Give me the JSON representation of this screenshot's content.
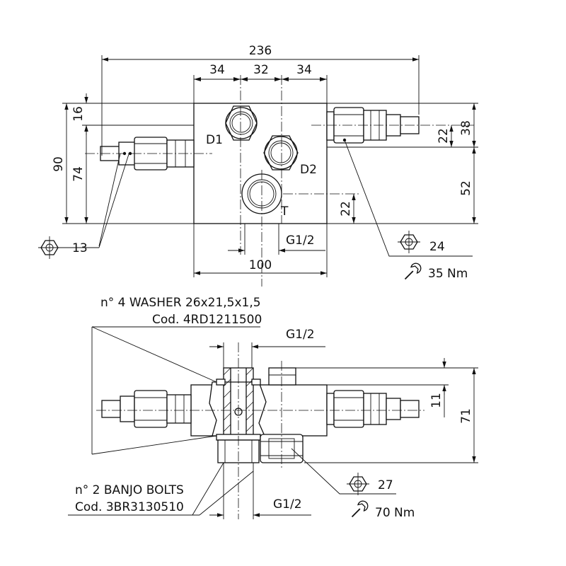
{
  "dimensions": {
    "overall_width": "236",
    "spacing_left": "34",
    "spacing_mid": "32",
    "spacing_right": "34",
    "height_total": "90",
    "height_74": "74",
    "top_16": "16",
    "right_22": "22",
    "right_38": "38",
    "right_52": "52",
    "t_22": "22",
    "base_100": "100",
    "side_11": "11",
    "side_71": "71"
  },
  "ports": {
    "d1": "D1",
    "d2": "D2",
    "t": "T",
    "thread_top": "G1/2",
    "thread_side_top": "G1/2",
    "thread_side_bottom": "G1/2"
  },
  "callouts": {
    "hex_13": "13",
    "hex_24": "24",
    "torque_35": "35 Nm",
    "hex_27": "27",
    "torque_70": "70 Nm",
    "washer_line1": "n° 4 WASHER 26x21,5x1,5",
    "washer_line2": "Cod. 4RD1211500",
    "banjo_line1": "n° 2 BANJO BOLTS",
    "banjo_line2": "Cod. 3BR3130510"
  }
}
